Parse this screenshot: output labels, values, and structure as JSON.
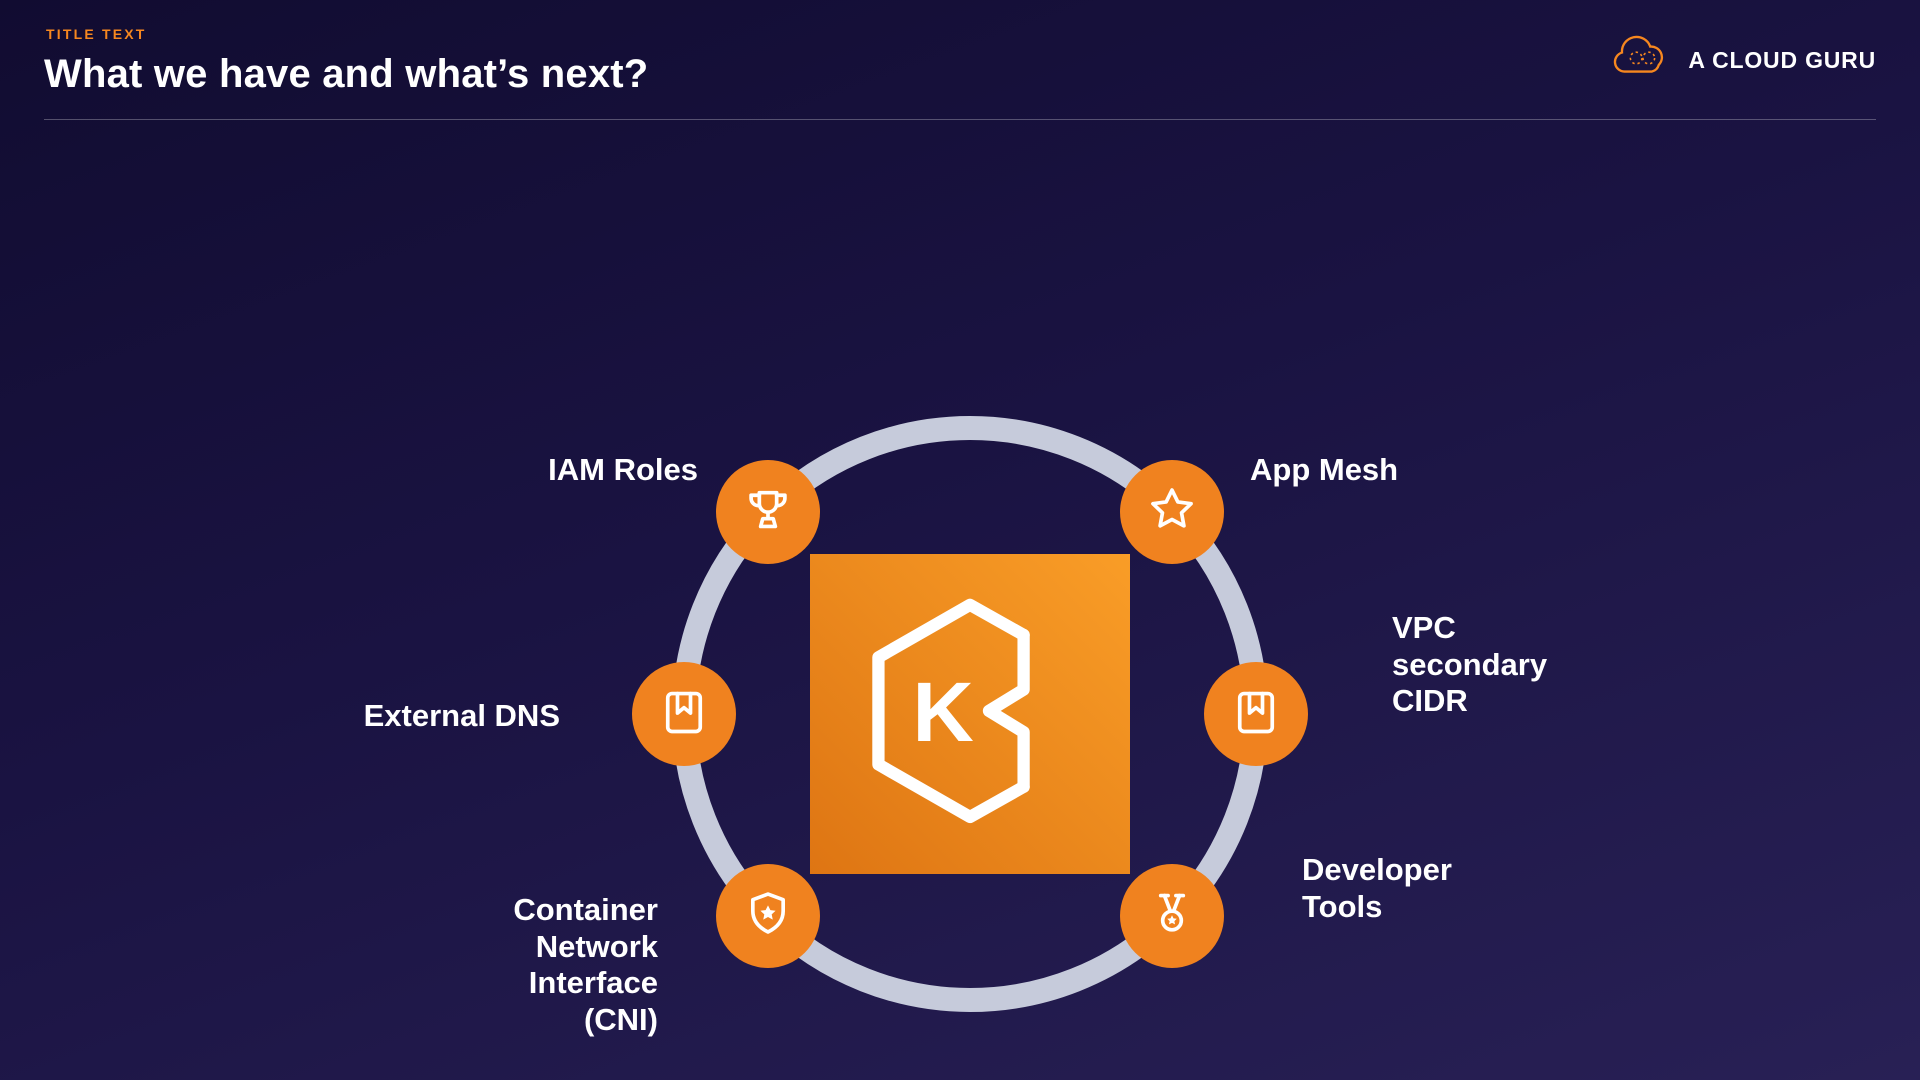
{
  "slide": {
    "eyebrow": "TITLE TEXT",
    "title": "What we have and what’s next?"
  },
  "brand": {
    "name": "A CLOUD GURU",
    "logo": "cloud-logo"
  },
  "colors": {
    "accent": "#F6871F",
    "ring": "#C6CBDB",
    "node": "#F0821F",
    "center_from": "#DE7513",
    "center_to": "#F99D27",
    "bg_top": "#110C31",
    "bg_bottom": "#282055",
    "text": "#FFFFFF"
  },
  "diagram": {
    "center": {
      "icon": "eks-hexagon-logo",
      "letter": "K"
    },
    "nodes": [
      {
        "label": "IAM Roles",
        "icon": "trophy-icon",
        "position": "top-left"
      },
      {
        "label": "App Mesh",
        "icon": "star-icon",
        "position": "top-right"
      },
      {
        "label": "External DNS",
        "icon": "bookmark-icon",
        "position": "left"
      },
      {
        "label": "VPC secondary CIDR",
        "icon": "bookmark-icon",
        "position": "right"
      },
      {
        "label": "Container Network Interface (CNI)",
        "icon": "shield-star-icon",
        "position": "bottom-left"
      },
      {
        "label": "Developer Tools",
        "icon": "medal-icon",
        "position": "bottom-right"
      }
    ]
  }
}
